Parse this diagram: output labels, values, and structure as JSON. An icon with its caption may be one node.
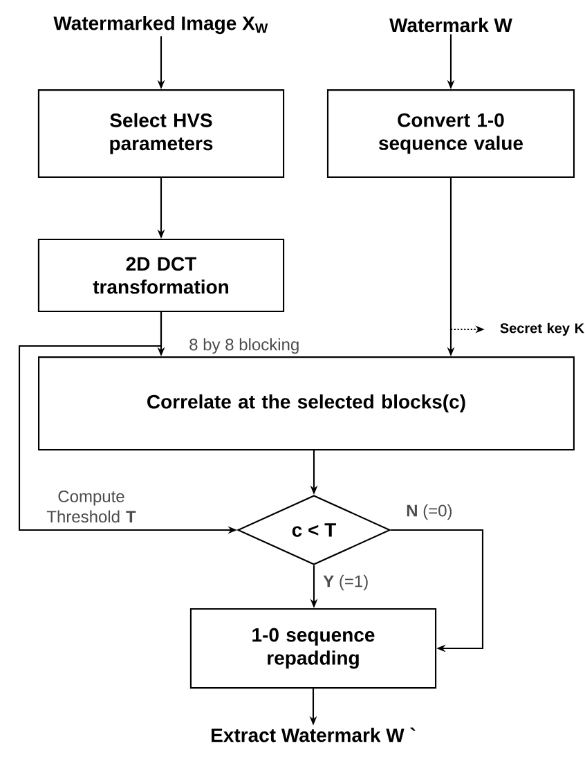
{
  "diagram": {
    "nodes": [
      {
        "text": [
          "Watermarked Image X$_{W}$"
        ]
      },
      {
        "text": [
          "Watermark W"
        ]
      },
      {
        "text": [
          "Select HVS parameters"
        ]
      },
      {
        "text": [
          "Convert 1-0 sequence value"
        ]
      },
      {
        "text": [
          "2D DCT transformation"
        ]
      },
      {
        "text": [
          "Correlate at the selected blocks(c)"
        ]
      },
      {
        "text": [
          "Secret key K"
        ]
      },
      {
        "text": [
          "c < T"
        ]
      },
      {
        "text": [
          "1-0 sequence repadding"
        ]
      },
      {
        "text": [
          "Extract Watermark W `"
        ]
      }
    ],
    "edges": [
      {
        "from": 0,
        "to": 2,
        "arrow": "to"
      },
      {
        "from": 1,
        "to": 3,
        "arrow": "to"
      },
      {
        "from": 2,
        "to": 4,
        "arrow": "to"
      },
      {
        "from": 4,
        "to": 5,
        "arrow": "to",
        "label": "8 by 8 blocking"
      },
      {
        "from": 4,
        "to": 7,
        "arrow": "to",
        "label": "Compute Threshold **T**"
      },
      {
        "from": 3,
        "to": 5,
        "arrow": "to"
      },
      {
        "from": null,
        "to": 6,
        "arrow": "to",
        "style": "dashed"
      },
      {
        "from": 5,
        "to": 7,
        "arrow": "to"
      },
      {
        "from": 7,
        "to": 8,
        "arrow": "to",
        "label": "**Y** (=1)"
      },
      {
        "from": 7,
        "to": 8,
        "arrow": "to",
        "label": "**N** (=0)"
      },
      {
        "from": 8,
        "to": 9,
        "arrow": "to"
      }
    ]
  }
}
